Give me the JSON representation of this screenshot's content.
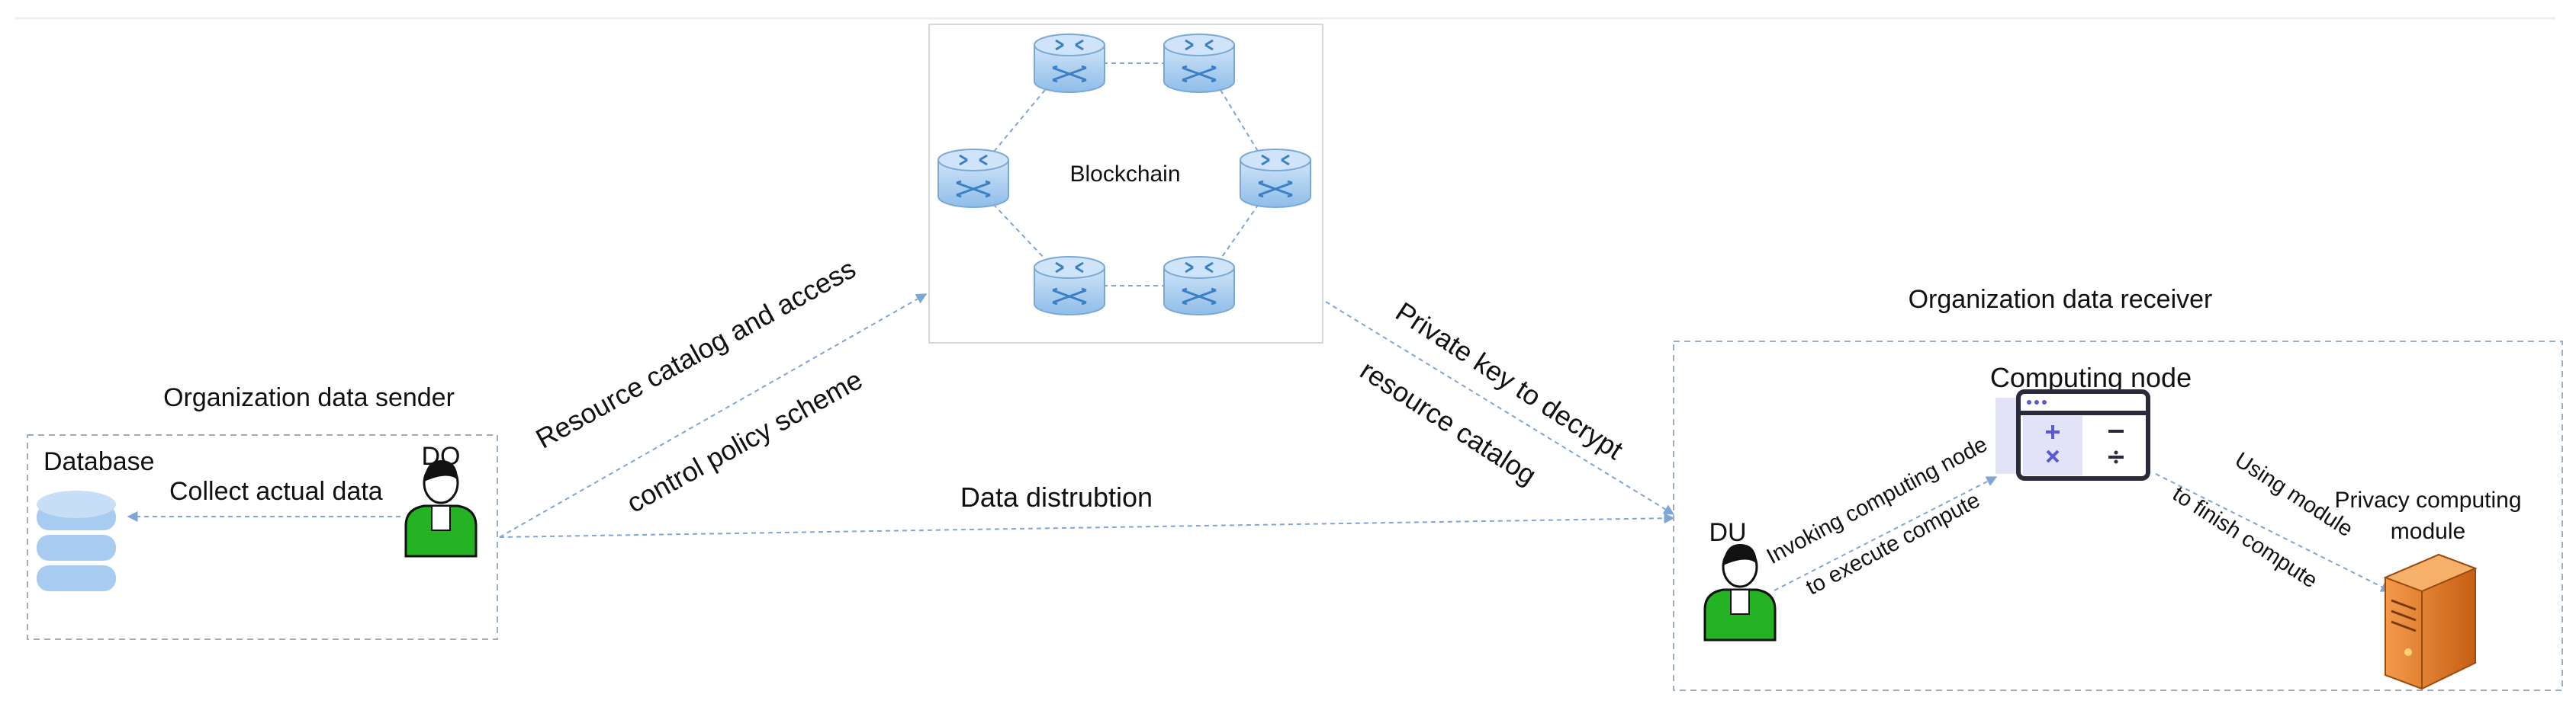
{
  "labels": {
    "sender_title": "Organization data sender",
    "database": "Database",
    "do": "DO",
    "collect": "Collect actual data",
    "blockchain": "Blockchain",
    "resource_line1": "Resource catalog and access",
    "resource_line2": "control policy scheme",
    "distribution": "Data distrubtion",
    "private_line1": "Private key to decrypt",
    "private_line2": "resource catalog",
    "receiver_title": "Organization data receiver",
    "computing_node": "Computing node",
    "du": "DU",
    "invoke_line1": "Invoking computing node",
    "invoke_line2": "to execute compute",
    "using_line1": "Using module",
    "using_line2": "to finish compute",
    "privacy_line1": "Privacy computing",
    "privacy_line2": "module"
  },
  "icons": {
    "database": "database-icon",
    "user": "user-icon",
    "router": "router-icon",
    "calculator": "calculator-icon",
    "server": "server-icon"
  },
  "colors": {
    "dashed_line": "#7ea6d4",
    "box_border": "#9aaebe",
    "router_fill": "#a9cdf1",
    "user_green": "#23b323",
    "server_orange": "#e27a27",
    "calc_accent": "#5b58d6"
  }
}
